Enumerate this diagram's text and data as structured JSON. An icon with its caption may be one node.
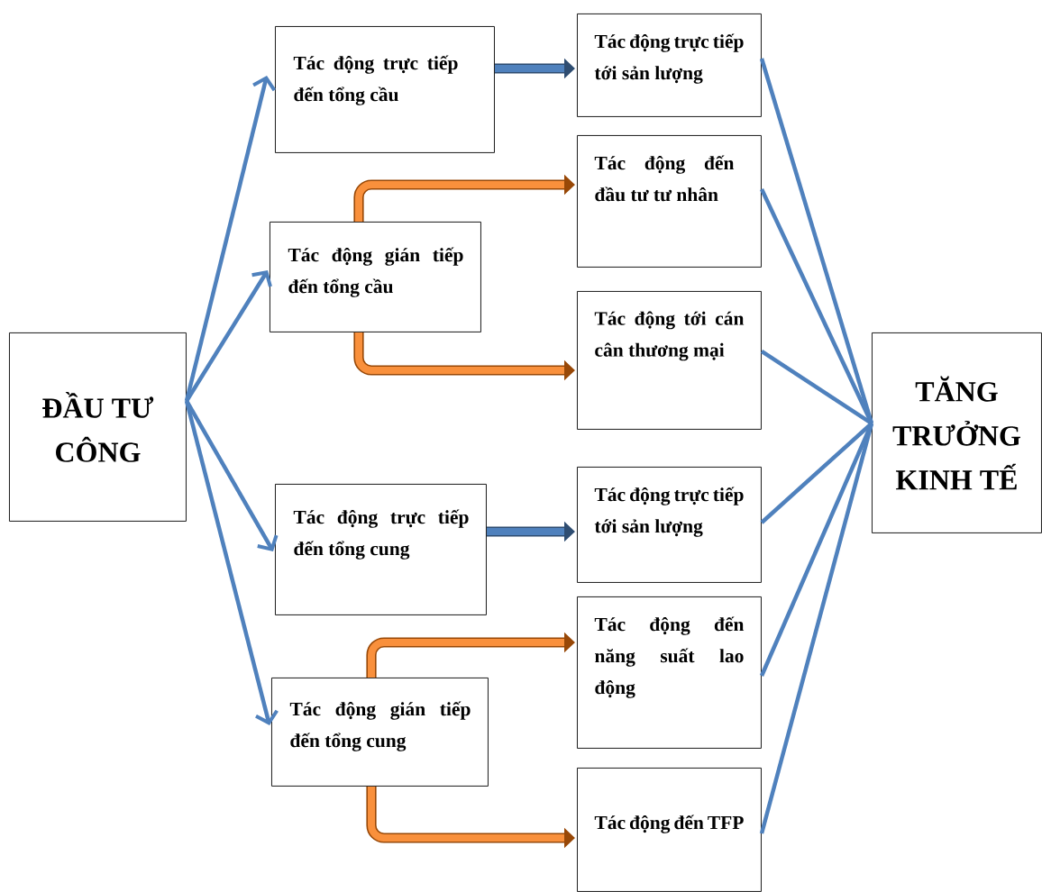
{
  "diagram": {
    "nodes": [
      {
        "text": [
          "ĐẦU TƯ CÔNG"
        ]
      },
      {
        "text": [
          "Tác động trực tiếp đến tổng cầu"
        ]
      },
      {
        "text": [
          "Tác động gián tiếp đến tổng cầu"
        ]
      },
      {
        "text": [
          "Tác động trực tiếp đến tổng cung"
        ]
      },
      {
        "text": [
          "Tác động gián tiếp đến tổng cung"
        ]
      },
      {
        "text": [
          "Tác động trực tiếp tới sản lượng"
        ]
      },
      {
        "text": [
          "Tác động đến đầu tư tư nhân"
        ]
      },
      {
        "text": [
          "Tác động tới cán cân thương mại"
        ]
      },
      {
        "text": [
          "Tác động trực tiếp tới sản lượng"
        ]
      },
      {
        "text": [
          "Tác động đến năng suất lao động"
        ]
      },
      {
        "text": [
          "Tác động đến TFP"
        ]
      },
      {
        "text": [
          "TĂNG TRƯỞNG KINH TẾ"
        ]
      }
    ],
    "edges": [
      {
        "from": 0,
        "to": 1,
        "arrow": "to"
      },
      {
        "from": 0,
        "to": 2,
        "arrow": "to"
      },
      {
        "from": 0,
        "to": 3,
        "arrow": "to"
      },
      {
        "from": 0,
        "to": 4,
        "arrow": "to"
      },
      {
        "from": 1,
        "to": 5,
        "arrow": "to",
        "style": "thick"
      },
      {
        "from": 2,
        "to": 6,
        "arrow": "to",
        "style": "thick",
        "color": "#984807"
      },
      {
        "from": 2,
        "to": 7,
        "arrow": "to",
        "style": "thick",
        "color": "#984807"
      },
      {
        "from": 3,
        "to": 8,
        "arrow": "to",
        "style": "thick"
      },
      {
        "from": 4,
        "to": 9,
        "arrow": "to",
        "style": "thick",
        "color": "#984807"
      },
      {
        "from": 4,
        "to": 10,
        "arrow": "to",
        "style": "thick",
        "color": "#984807"
      },
      {
        "from": 5,
        "to": 11,
        "arrow": "none"
      },
      {
        "from": 6,
        "to": 11,
        "arrow": "none"
      },
      {
        "from": 7,
        "to": 11,
        "arrow": "none"
      },
      {
        "from": 8,
        "to": 11,
        "arrow": "none"
      },
      {
        "from": 9,
        "to": 11,
        "arrow": "none"
      },
      {
        "from": 10,
        "to": 11,
        "arrow": "none"
      }
    ]
  }
}
